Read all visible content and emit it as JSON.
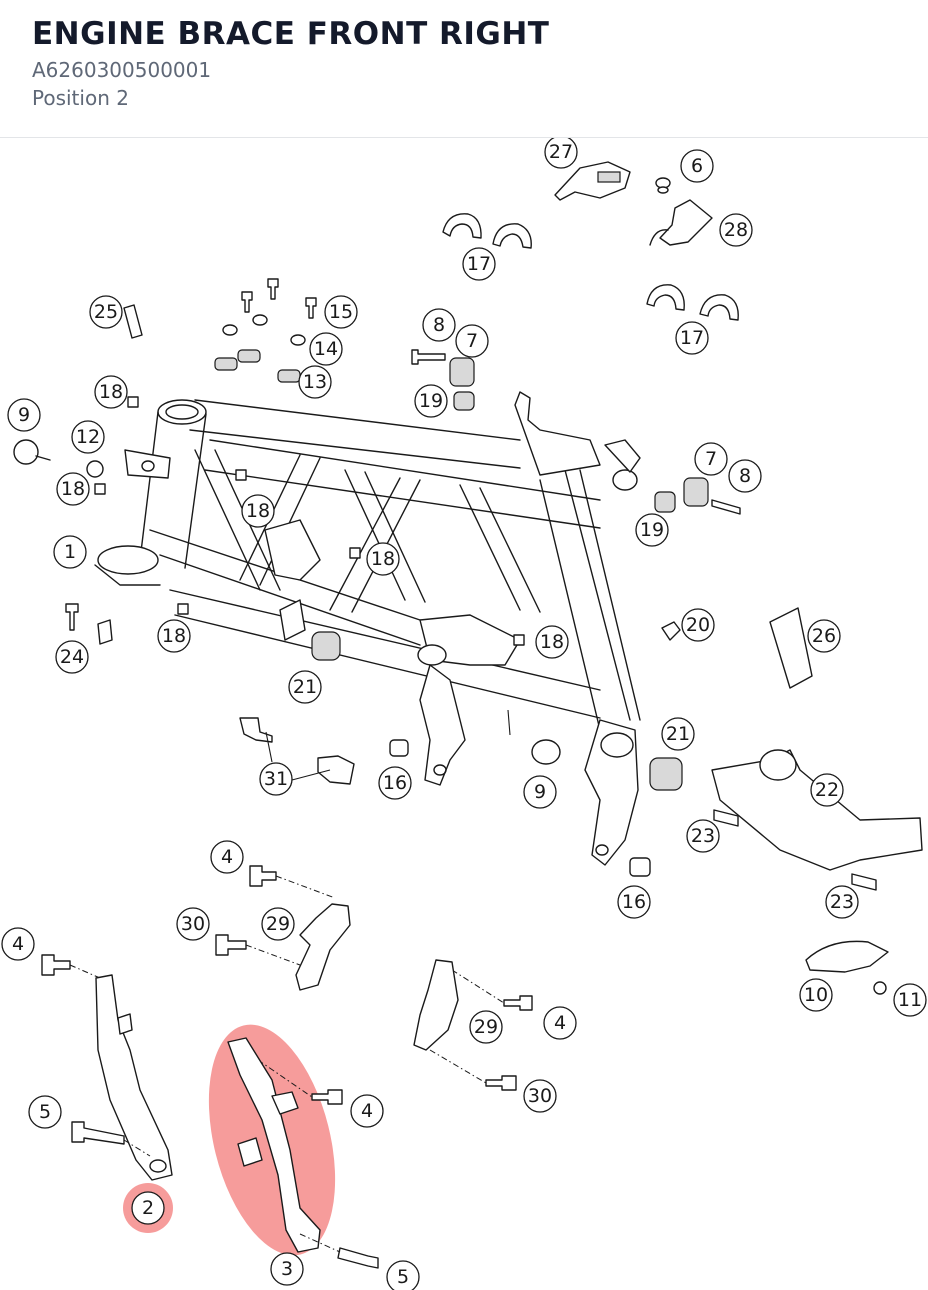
{
  "header": {
    "title": "ENGINE BRACE FRONT RIGHT",
    "part_number": "A6260300500001",
    "position": "Position 2"
  },
  "highlight_color": "#ee4a48",
  "callouts": [
    {
      "id": "c27",
      "label": "27"
    },
    {
      "id": "c6",
      "label": "6"
    },
    {
      "id": "c28",
      "label": "28"
    },
    {
      "id": "c17a",
      "label": "17"
    },
    {
      "id": "c17b",
      "label": "17"
    },
    {
      "id": "c25",
      "label": "25"
    },
    {
      "id": "c15",
      "label": "15"
    },
    {
      "id": "c14",
      "label": "14"
    },
    {
      "id": "c13",
      "label": "13"
    },
    {
      "id": "c8a",
      "label": "8"
    },
    {
      "id": "c7a",
      "label": "7"
    },
    {
      "id": "c19a",
      "label": "19"
    },
    {
      "id": "c18a",
      "label": "18"
    },
    {
      "id": "c9a",
      "label": "9"
    },
    {
      "id": "c12",
      "label": "12"
    },
    {
      "id": "c18b",
      "label": "18"
    },
    {
      "id": "c18c",
      "label": "18"
    },
    {
      "id": "c1",
      "label": "1"
    },
    {
      "id": "c18d",
      "label": "18"
    },
    {
      "id": "c7b",
      "label": "7"
    },
    {
      "id": "c8b",
      "label": "8"
    },
    {
      "id": "c19b",
      "label": "19"
    },
    {
      "id": "c20",
      "label": "20"
    },
    {
      "id": "c26",
      "label": "26"
    },
    {
      "id": "c18e",
      "label": "18"
    },
    {
      "id": "c24",
      "label": "24"
    },
    {
      "id": "c18f",
      "label": "18"
    },
    {
      "id": "c21a",
      "label": "21"
    },
    {
      "id": "c21b",
      "label": "21"
    },
    {
      "id": "c22",
      "label": "22"
    },
    {
      "id": "c31",
      "label": "31"
    },
    {
      "id": "c16a",
      "label": "16"
    },
    {
      "id": "c9b",
      "label": "9"
    },
    {
      "id": "c23a",
      "label": "23"
    },
    {
      "id": "c16b",
      "label": "16"
    },
    {
      "id": "c23b",
      "label": "23"
    },
    {
      "id": "c4a",
      "label": "4"
    },
    {
      "id": "c30a",
      "label": "30"
    },
    {
      "id": "c29a",
      "label": "29"
    },
    {
      "id": "c4b",
      "label": "4"
    },
    {
      "id": "c10",
      "label": "10"
    },
    {
      "id": "c11",
      "label": "11"
    },
    {
      "id": "c29b",
      "label": "29"
    },
    {
      "id": "c4c",
      "label": "4"
    },
    {
      "id": "c4d",
      "label": "4"
    },
    {
      "id": "c30b",
      "label": "30"
    },
    {
      "id": "c5a",
      "label": "5"
    },
    {
      "id": "c2",
      "label": "2",
      "highlighted": true
    },
    {
      "id": "c3",
      "label": "3"
    },
    {
      "id": "c5b",
      "label": "5"
    }
  ]
}
